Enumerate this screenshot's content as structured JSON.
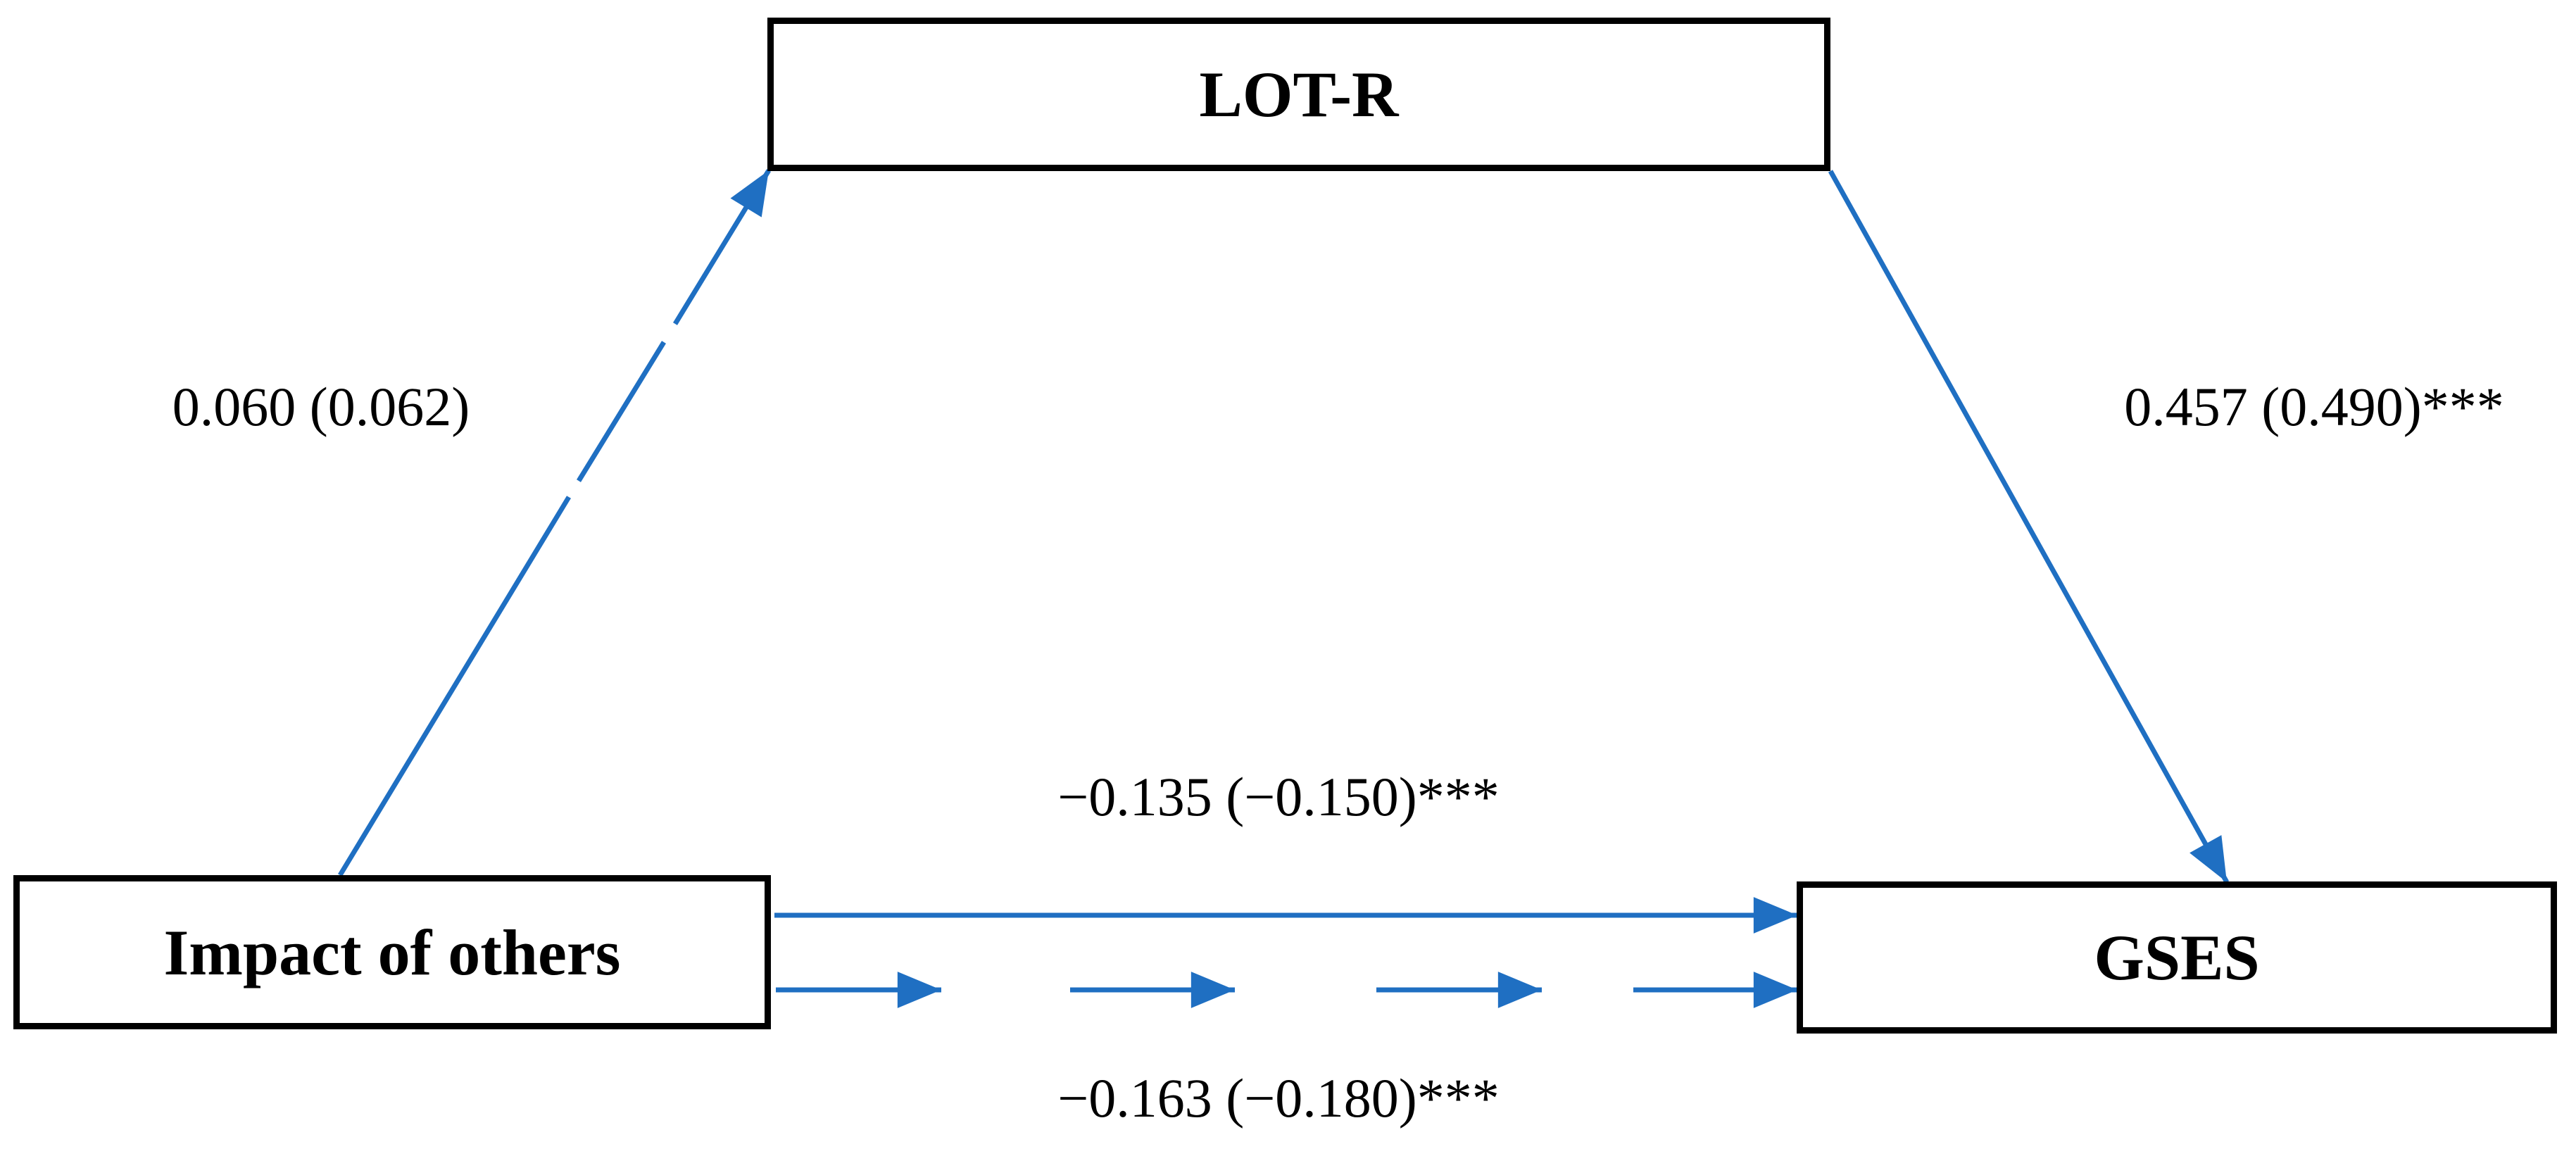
{
  "diagram_type": "mediation path diagram",
  "nodes": {
    "mediator": {
      "label": "LOT-R"
    },
    "predictor": {
      "label": "Impact of others"
    },
    "outcome": {
      "label": "GSES"
    }
  },
  "paths": {
    "a": {
      "label": "0.060 (0.062)",
      "from": "Impact of others",
      "to": "LOT-R",
      "line_style": "dashed"
    },
    "b": {
      "label": "0.457 (0.490)***",
      "from": "LOT-R",
      "to": "GSES",
      "line_style": "solid"
    },
    "direct": {
      "label": "−0.135 (−0.150)***",
      "from": "Impact of others",
      "to": "GSES",
      "line_style": "solid"
    },
    "total": {
      "label": "−0.163 (−0.180)***",
      "from": "Impact of others",
      "to": "GSES",
      "line_style": "dashed-arrow-segments"
    }
  },
  "colors": {
    "arrow": "#1f6fc2",
    "border": "#000000",
    "text": "#000000",
    "bg": "#ffffff"
  }
}
